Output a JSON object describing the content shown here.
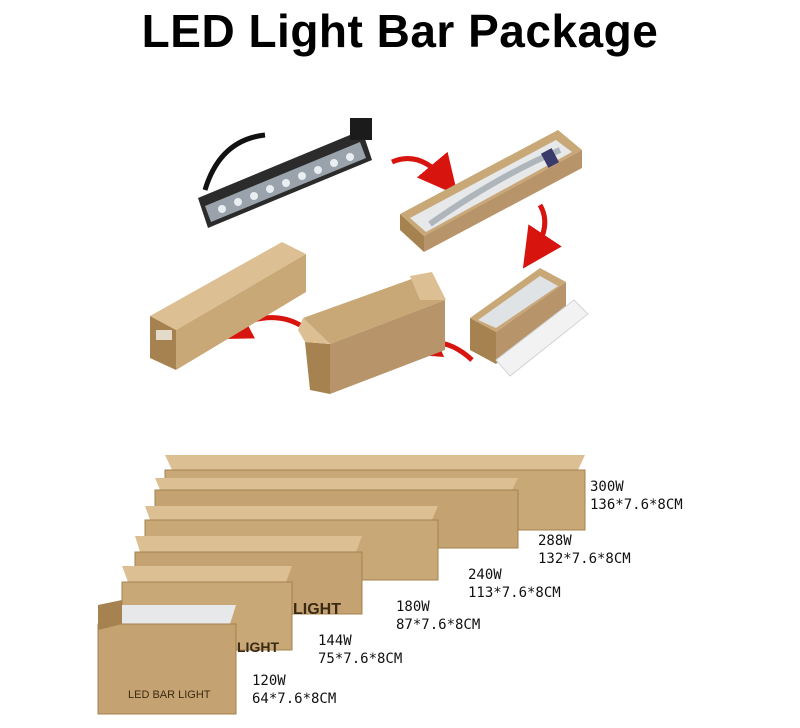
{
  "title": "LED Light Bar Package",
  "box_print": {
    "front": "LED BAR LIGHT",
    "partial_a": "LIGHT",
    "partial_b": "LIGHT"
  },
  "sizes": [
    {
      "watt": "300W",
      "dims": "136*7.6*8CM"
    },
    {
      "watt": "288W",
      "dims": "132*7.6*8CM"
    },
    {
      "watt": "240W",
      "dims": "113*7.6*8CM"
    },
    {
      "watt": "180W",
      "dims": "87*7.6*8CM"
    },
    {
      "watt": "144W",
      "dims": "75*7.6*8CM"
    },
    {
      "watt": "120W",
      "dims": "64*7.6*8CM"
    }
  ],
  "colors": {
    "cardboard": "#c9a877",
    "cardboard_dark": "#a5824f",
    "cardboard_light": "#dcc094",
    "arrow": "#d8140f",
    "light_housing": "#2b2b2b"
  }
}
